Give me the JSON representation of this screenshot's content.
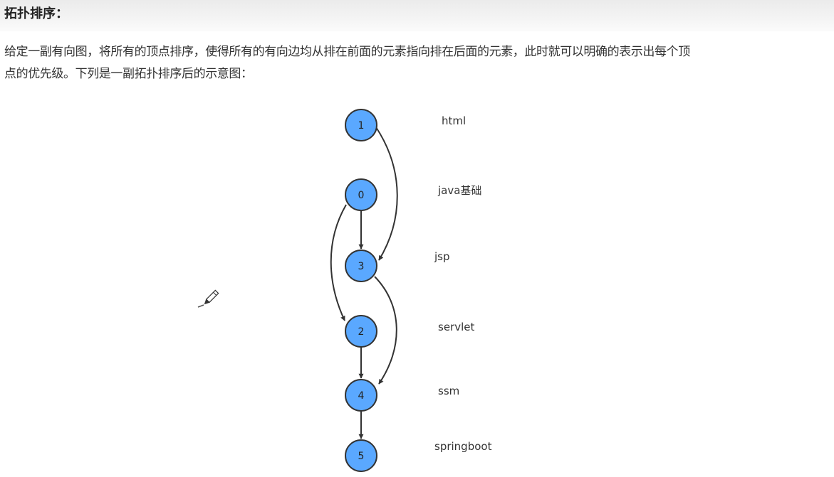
{
  "header": {
    "title": "拓扑排序："
  },
  "description": {
    "line1": "给定一副有向图，将所有的顶点排序，使得所有的有向边均从排在前面的元素指向排在后面的元素，此时就可以明确的表示出每个顶",
    "line2": "点的优先级。下列是一副拓扑排序后的示意图："
  },
  "diagram": {
    "node_color": "#5aa8ff",
    "nodes": [
      {
        "id": "1",
        "label": "html"
      },
      {
        "id": "0",
        "label": "java基础"
      },
      {
        "id": "3",
        "label": "jsp"
      },
      {
        "id": "2",
        "label": "servlet"
      },
      {
        "id": "4",
        "label": "ssm"
      },
      {
        "id": "5",
        "label": "springboot"
      }
    ],
    "edges": [
      {
        "from": "1",
        "to": "3"
      },
      {
        "from": "0",
        "to": "3"
      },
      {
        "from": "0",
        "to": "2"
      },
      {
        "from": "3",
        "to": "4"
      },
      {
        "from": "2",
        "to": "4"
      },
      {
        "from": "4",
        "to": "5"
      }
    ]
  },
  "cursor_icon": "pencil-icon"
}
